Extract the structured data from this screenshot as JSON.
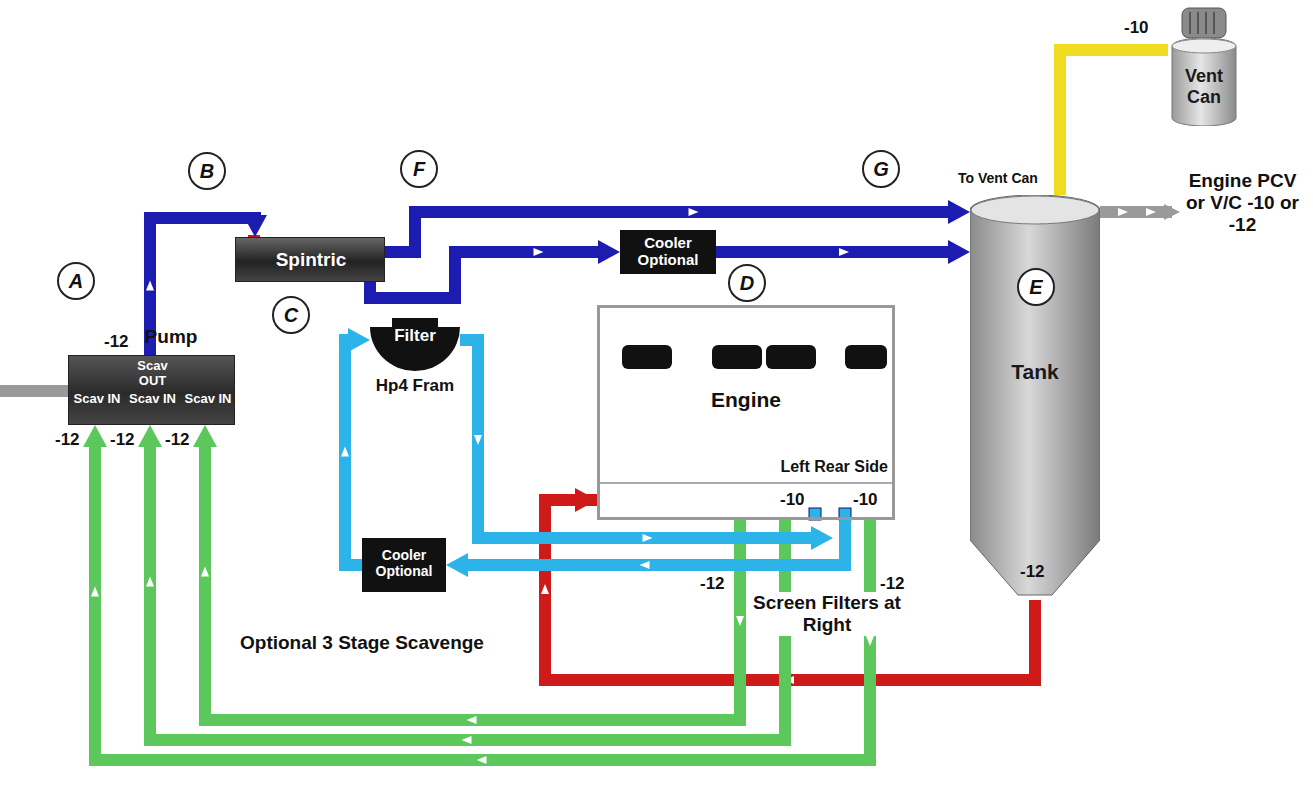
{
  "diagram": {
    "nodes": [
      {
        "text": [
          "Vent Can"
        ]
      },
      {
        "text": [
          "Spintric"
        ]
      },
      {
        "text": [
          "Cooler Optional"
        ]
      },
      {
        "text": [
          "Tank"
        ]
      },
      {
        "text": [
          "Pump",
          "Scav IN",
          "Scav OUT",
          "Scav IN",
          "Scav IN"
        ]
      },
      {
        "text": [
          "Filter",
          "Hp4 Fram"
        ]
      },
      {
        "text": [
          "Engine",
          "Left Rear Side"
        ]
      },
      {
        "text": [
          "Cooler Optional"
        ]
      }
    ],
    "edges": [
      {
        "from": 4,
        "to": 1,
        "arrow": "to"
      },
      {
        "from": 1,
        "to": 3,
        "arrow": "to"
      },
      {
        "from": 1,
        "to": 2,
        "arrow": "to"
      },
      {
        "from": 2,
        "to": 3,
        "arrow": "to"
      },
      {
        "from": 3,
        "to": 0,
        "arrow": "none"
      },
      {
        "from": 3,
        "to": 6,
        "arrow": "to"
      },
      {
        "from": 6,
        "to": 4,
        "arrow": "to"
      },
      {
        "from": 6,
        "to": 4,
        "arrow": "to"
      },
      {
        "from": 6,
        "to": 4,
        "arrow": "to"
      },
      {
        "from": 6,
        "to": 7,
        "arrow": "to"
      },
      {
        "from": 7,
        "to": 5,
        "arrow": "to"
      },
      {
        "from": 5,
        "to": 6,
        "arrow": "to"
      }
    ],
    "labels": [
      "A",
      "B",
      "C",
      "D",
      "E",
      "F",
      "G",
      "-10",
      "To Vent Can",
      "Engine PCV or V/C -10 or -12",
      "-12",
      "-12",
      "-12",
      "-12",
      "-12",
      "-10",
      "-10",
      "-12",
      "-12",
      "Screen Filters at Right",
      "Optional 3 Stage Scavenge"
    ]
  }
}
